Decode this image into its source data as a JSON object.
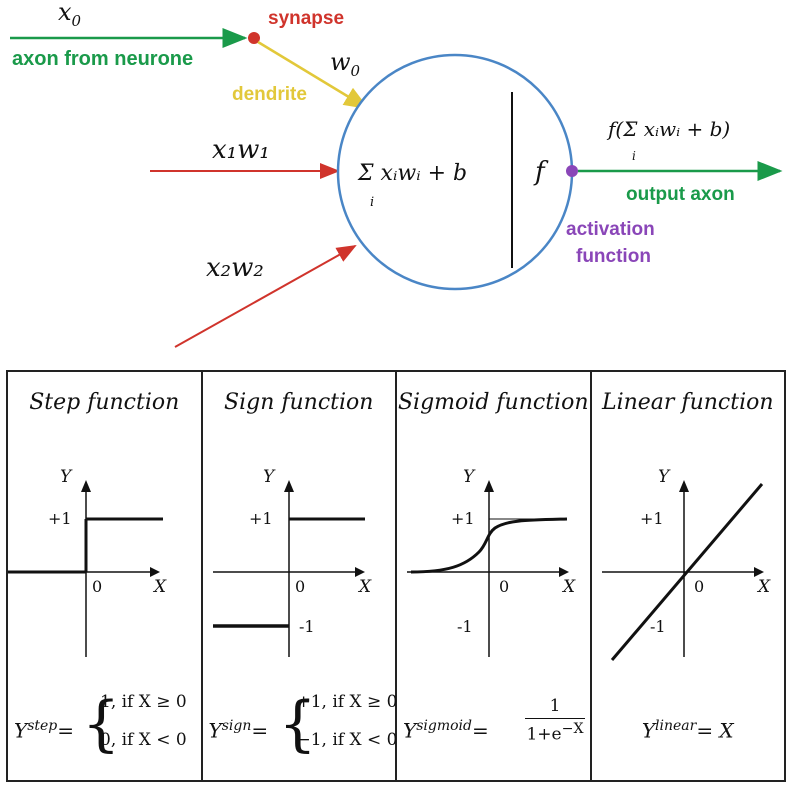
{
  "neuron": {
    "x0": "x",
    "x0_sub": "0",
    "axon_from_neurone": "axon from neurone",
    "synapse": "synapse",
    "w0": "w",
    "w0_sub": "0",
    "dendrite": "dendrite",
    "x1w1": "x₁w₁",
    "x2w2": "x₂w₂",
    "sum_expr": "Σ xᵢwᵢ + b",
    "sum_sub": "i",
    "f": "f",
    "output_expr": "f(Σ xᵢwᵢ + b)",
    "output_sub": "i",
    "output_axon": "output axon",
    "activation_line1": "activation",
    "activation_line2": "function",
    "colors": {
      "green": "#1a9a4a",
      "red": "#d0342c",
      "yellow": "#e2c83a",
      "blue": "#4a86c6",
      "purple": "#8a46b8"
    }
  },
  "panels": [
    {
      "title": "Step function",
      "y_label": "Y",
      "x_label": "X",
      "zero": "0",
      "plus1": "+1",
      "formula": {
        "lhs": "Y",
        "sup": "step",
        "eq": "=",
        "case1": "1, if X ≥ 0",
        "case2": "0, if X < 0"
      }
    },
    {
      "title": "Sign function",
      "y_label": "Y",
      "x_label": "X",
      "zero": "0",
      "plus1": "+1",
      "minus1": "-1",
      "formula": {
        "lhs": "Y",
        "sup": "sign",
        "eq": "=",
        "case1": "+1, if X ≥ 0",
        "case2": "−1, if X < 0"
      }
    },
    {
      "title": "Sigmoid function",
      "y_label": "Y",
      "x_label": "X",
      "zero": "0",
      "plus1": "+1",
      "minus1": "-1",
      "formula": {
        "lhs": "Y",
        "sup": "sigmoid",
        "eq": "=",
        "num": "1",
        "den": "1+e",
        "den_sup": "−X"
      }
    },
    {
      "title": "Linear function",
      "y_label": "Y",
      "x_label": "X",
      "zero": "0",
      "plus1": "+1",
      "minus1": "-1",
      "formula": {
        "lhs": "Y",
        "sup": "linear",
        "eq": "= X"
      }
    }
  ]
}
